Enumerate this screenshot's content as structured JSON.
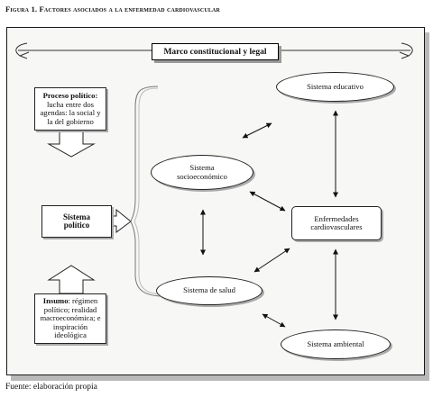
{
  "figure": {
    "title": "Figura 1. Factores asociados a la enfermedad cardiovascular",
    "source": "Fuente: elaboración propia"
  },
  "banner": {
    "label": "Marco constitucional y legal"
  },
  "boxes": {
    "proceso": {
      "heading": "Proceso político:",
      "text": "lucha entre dos agendas: la social y la del gobierno"
    },
    "sistema_politico": {
      "line1": "Sistema",
      "line2": "político"
    },
    "insumo": {
      "heading": "Insumo",
      "text": ": régimen político; realidad macroeconómica; e inspiración ideológica"
    },
    "enfermedades": {
      "line1": "Enfermedades",
      "line2": "cardiovasculares"
    }
  },
  "ellipses": {
    "educativo": "Sistema educativo",
    "socio_line1": "Sistema",
    "socio_line2": "socioeconómico",
    "salud": "Sistema de salud",
    "ambiental": "Sistema ambiental"
  }
}
